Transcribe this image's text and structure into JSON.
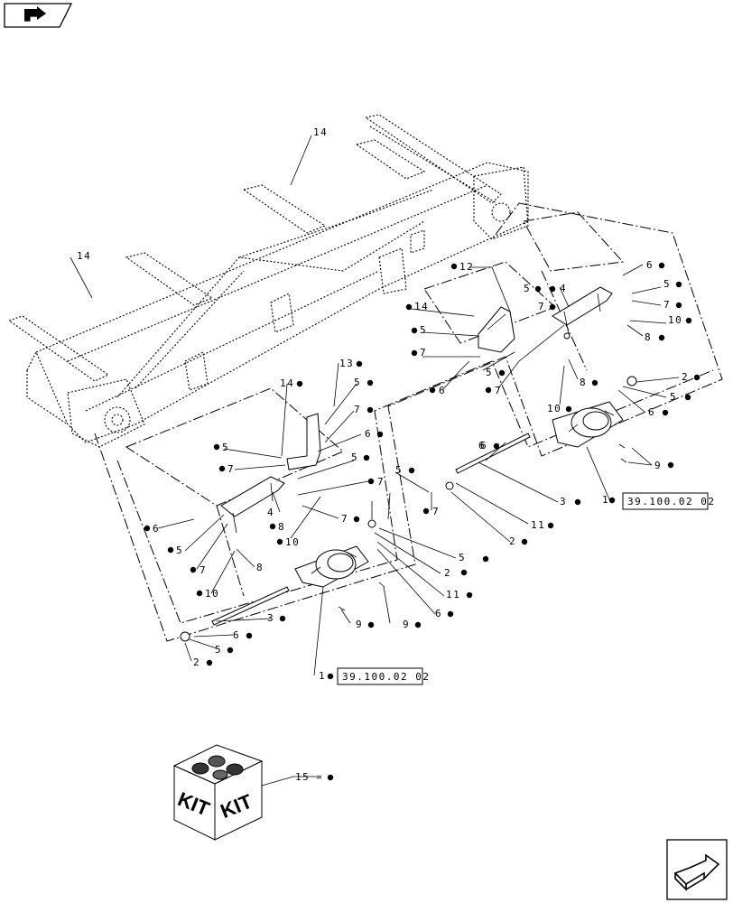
{
  "navigation": {
    "previous_icon": "back-arrow-icon",
    "next_icon": "forward-arrow-icon"
  },
  "callouts": {
    "c14a": "14",
    "c14b": "14",
    "c12": "12",
    "c5a": "5",
    "c7a": "7",
    "c4a": "4",
    "c6a": "6",
    "c5b": "5",
    "c7b": "7",
    "c10a": "10",
    "c8a": "8",
    "c14c": "14",
    "c5c": "5",
    "c7c": "7",
    "c5d": "5",
    "c6b": "6",
    "c7d": "7",
    "c8b": "8",
    "c2a": "2",
    "c5e": "5",
    "c6c": "6",
    "c9a": "9",
    "c13": "13",
    "c5f": "5",
    "c7e": "7",
    "c14d": "14",
    "c6d": "6",
    "c5g": "5",
    "c7f": "7",
    "c5h": "5",
    "c6e": "6",
    "c7g": "7",
    "c5i": "5",
    "c4b": "4",
    "c8c": "8",
    "c10b": "10",
    "c7h": "7",
    "c3a": "3",
    "c11a": "11",
    "c6f": "6",
    "c5j": "5",
    "c7i": "7",
    "c8d": "8",
    "c10c": "10",
    "c5k": "5",
    "c2b": "2",
    "c11b": "11",
    "c1a": "1",
    "c3b": "3",
    "c6g": "6",
    "c5l": "5",
    "c2c": "2",
    "c9b": "9",
    "c9c": "9",
    "c6h": "6",
    "c1b": "1",
    "c15": "15"
  },
  "references": {
    "ref_right": "39.100.02 02",
    "ref_left": "39.100.02 02"
  },
  "kit": {
    "label_left": "KIT",
    "label_right": "KIT",
    "equals": "="
  }
}
